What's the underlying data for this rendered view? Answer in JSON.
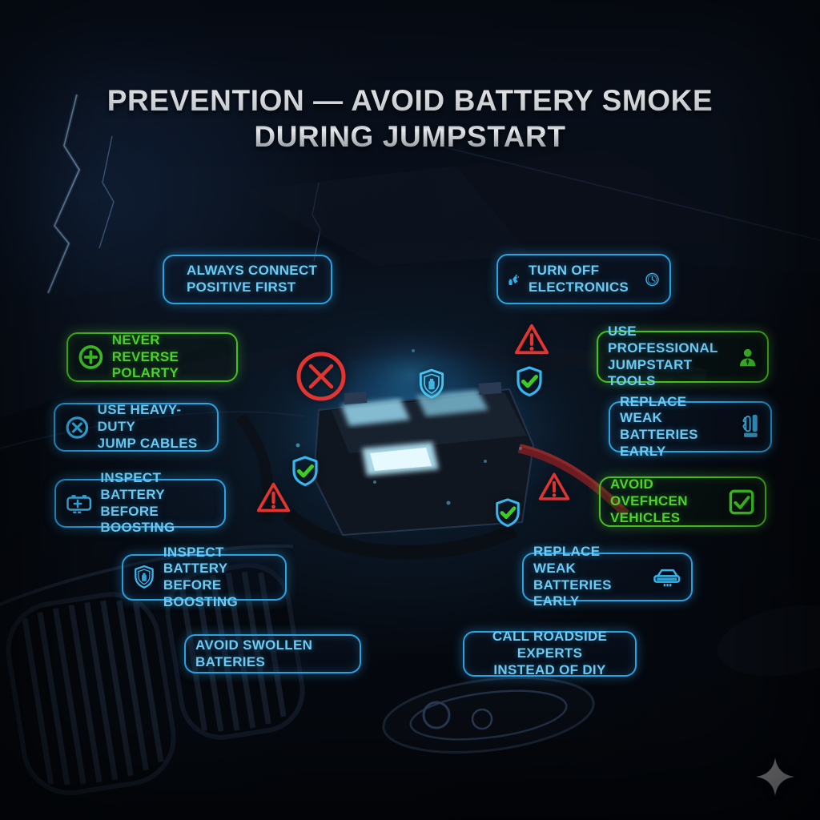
{
  "title": {
    "line1": "PREVENTION — AVOID BATTERY SMOKE",
    "line2": "DURING JUMPSTART"
  },
  "colors": {
    "accent_cyan": "#2fa9e6",
    "accent_green": "#45c21f",
    "alert_red": "#e23430",
    "title_silver": "#d6dae0",
    "background": "#080d15",
    "sparkle_gray": "#98989d"
  },
  "callouts": [
    {
      "id": "always-connect-positive-first",
      "lines": [
        "ALWAYS CONNECT",
        "POSITIVE FIRST"
      ],
      "style": "cyan",
      "icon_left": null,
      "icon_right": null
    },
    {
      "id": "turn-off-electronics",
      "lines": [
        "TURN OFF",
        "ELECTRONICS"
      ],
      "style": "cyan",
      "icon_left": "unplug-hand-icon",
      "icon_right": "clock-icon"
    },
    {
      "id": "never-reverse-polarity",
      "lines": [
        "NEVER REVERSE",
        "POLARTY"
      ],
      "style": "green",
      "icon_left": "circled-plus-icon",
      "icon_right": null
    },
    {
      "id": "use-professional-jumpstart-tools",
      "lines": [
        "USE PROFESSIONAL",
        "JUMPSTART TOOLS"
      ],
      "style": "green-border-cyan-text",
      "icon_left": null,
      "icon_right": "technician-person-icon"
    },
    {
      "id": "use-heavy-duty-jump-cables",
      "lines": [
        "USE HEAVY-DUTY",
        "JUMP CABLES"
      ],
      "style": "cyan",
      "icon_left": "circled-x-icon",
      "icon_right": null
    },
    {
      "id": "replace-weak-batteries-early-1",
      "lines": [
        "REPLACE WEAK",
        "BATTERIES EARLY"
      ],
      "style": "cyan",
      "icon_left": null,
      "icon_right": "jumper-clamps-icon"
    },
    {
      "id": "inspect-battery-before-boosting-1",
      "lines": [
        "INSPECT BATTERY",
        "BEFORE BOOSTING"
      ],
      "style": "cyan",
      "icon_left": "battery-icon",
      "icon_right": null
    },
    {
      "id": "avoid-ovehcen-vehicles",
      "lines": [
        "AVOID OVEFHCEN",
        "VEHICLES"
      ],
      "style": "green",
      "icon_left": null,
      "icon_right": "checkbox-check-icon"
    },
    {
      "id": "inspect-battery-before-boosting-2",
      "lines": [
        "INSPECT BATTERY",
        "BEFORE BOOSTING"
      ],
      "style": "cyan",
      "icon_left": "shield-battery-icon",
      "icon_right": null
    },
    {
      "id": "replace-weak-batteries-early-2",
      "lines": [
        "REPLACE WEAK",
        "BATTERIES EARLY"
      ],
      "style": "cyan",
      "icon_left": null,
      "icon_right": "car-icon"
    },
    {
      "id": "avoid-swollen-batteries",
      "lines": [
        "AVOID SWOLLEN BATERIES"
      ],
      "style": "cyan",
      "icon_left": null,
      "icon_right": null
    },
    {
      "id": "call-roadside-experts",
      "lines": [
        "CALL ROADSIDE EXPERTS",
        "INSTEAD OF DIY"
      ],
      "style": "cyan",
      "icon_left": null,
      "icon_right": null
    }
  ],
  "floating_icons": [
    {
      "name": "prohibited-x-circle-icon",
      "color": "#e23430"
    },
    {
      "name": "warning-triangle-icon-1",
      "color": "#e23430"
    },
    {
      "name": "shield-check-icon-1",
      "color": "#36b5ee"
    },
    {
      "name": "shield-battery-badge-icon",
      "color": "#36b5ee"
    },
    {
      "name": "shield-check-icon-2",
      "color": "#36b5ee"
    },
    {
      "name": "warning-triangle-icon-2",
      "color": "#e23430"
    },
    {
      "name": "warning-triangle-icon-3",
      "color": "#e23430"
    },
    {
      "name": "shield-check-icon-3",
      "color": "#36b5ee"
    },
    {
      "name": "sparkle-watermark-icon",
      "color": "#98989d"
    }
  ]
}
